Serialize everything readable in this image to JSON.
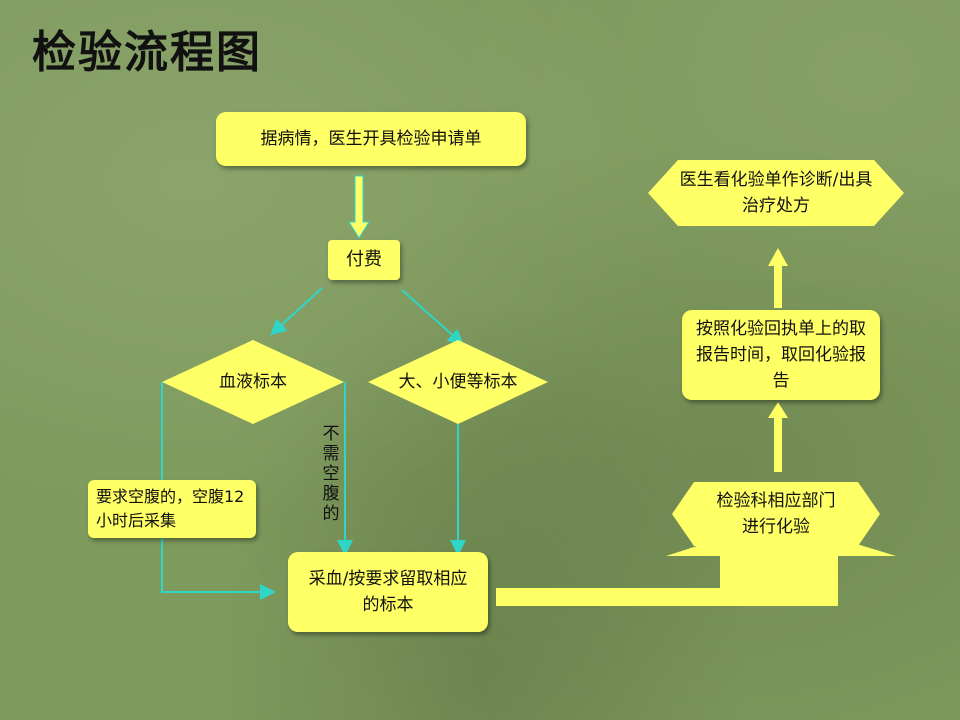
{
  "title": "检验流程图",
  "colors": {
    "box": "#ffff66",
    "connector": "#2fd6c8",
    "arrow_fill": "#ffff66"
  },
  "nodes": {
    "request": "据病情，医生开具检验申请单",
    "pay": "付费",
    "blood": "血液标本",
    "urine_stool": "大、小便等标本",
    "fasting_note": "要求空腹的，空腹12小时后采集",
    "no_fasting": "不需空腹的",
    "collect": "采血/按要求留取相应的标本",
    "lab": "检验科相应部门进行化验",
    "get_report": "按照化验回执单上的取报告时间，取回化验报告",
    "diagnose": "医生看化验单作诊断/出具治疗处方"
  }
}
